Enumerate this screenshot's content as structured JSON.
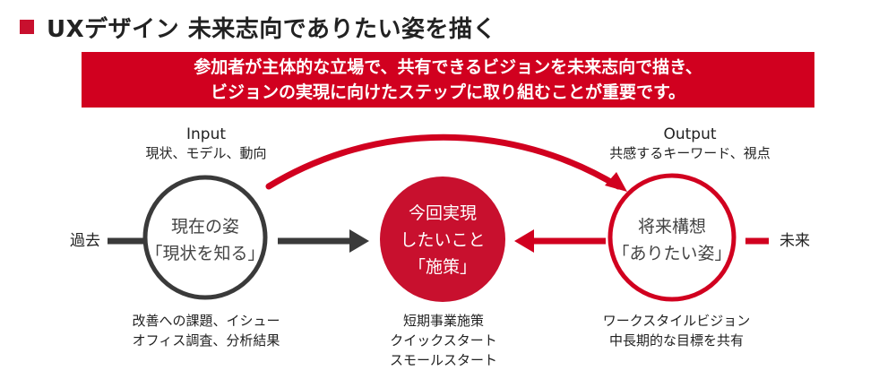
{
  "title": {
    "text": "UXデザイン 未来志向でありたい姿を描く"
  },
  "banner": {
    "line1": "参加者が主体的な立場で、共有できるビジョンを未来志向で描き、",
    "line2": "ビジョンの実現に向けたステップに取り組むことが重要です。"
  },
  "input": {
    "heading": "Input",
    "detail": "現状、モデル、動向"
  },
  "output": {
    "heading": "Output",
    "detail": "共感するキーワード、視点"
  },
  "past_label": "過去",
  "future_label": "未来",
  "current": {
    "line1": "現在の姿",
    "line2": "「現状を知る」",
    "notes": [
      "改善への課題、イシュー",
      "オフィス調査、分析結果"
    ]
  },
  "center": {
    "line1": "今回実現",
    "line2": "したいこと",
    "line3": "「施策」",
    "notes": [
      "短期事業施策",
      "クイックスタート",
      "スモールスタート"
    ]
  },
  "vision": {
    "line1": "将来構想",
    "line2": "「ありたい姿」",
    "notes": [
      "ワークスタイルビジョン",
      "中長期的な目標を共有"
    ]
  },
  "colors": {
    "accent": "#d1001f",
    "dark": "#3a3a3a"
  }
}
